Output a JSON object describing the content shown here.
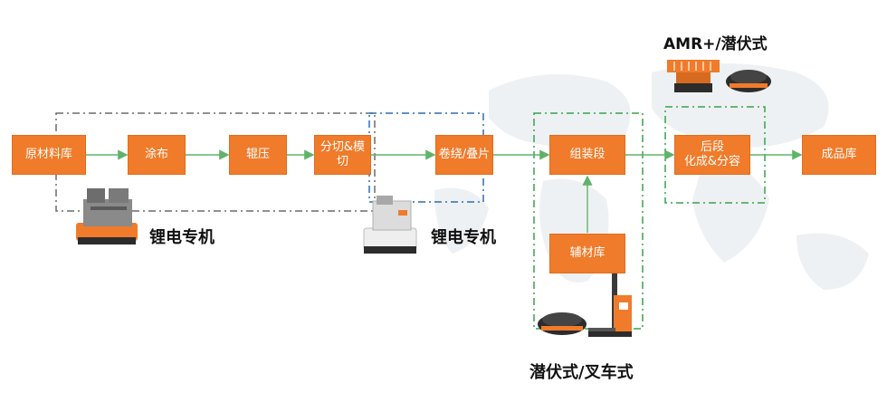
{
  "colors": {
    "node_fill": "#f07b2a",
    "arrow": "#5fb36a",
    "box_gray": "#6b6b6b",
    "box_blue": "#2d6fb3",
    "box_green": "#3aa24a"
  },
  "nodes": {
    "raw_material": "原材料库",
    "coating": "涂布",
    "rolling": "辊压",
    "slitting": "分切&模切",
    "winding": "卷绕/叠片",
    "assembly": "组装段",
    "backend_line1": "后段",
    "backend_line2": "化成&分容",
    "finished": "成品库",
    "aux_material": "辅材库"
  },
  "labels": {
    "lithium_special_1": "锂电专机",
    "lithium_special_2": "锂电专机",
    "amr_jacking": "AMR+/潜伏式",
    "jacking_forklift": "潜伏式/叉车式"
  },
  "icons": [
    "lithium-agv-icon",
    "lithium-agv-white-icon",
    "amr-roller-icon",
    "jacking-robot-icon",
    "forklift-agv-icon"
  ]
}
